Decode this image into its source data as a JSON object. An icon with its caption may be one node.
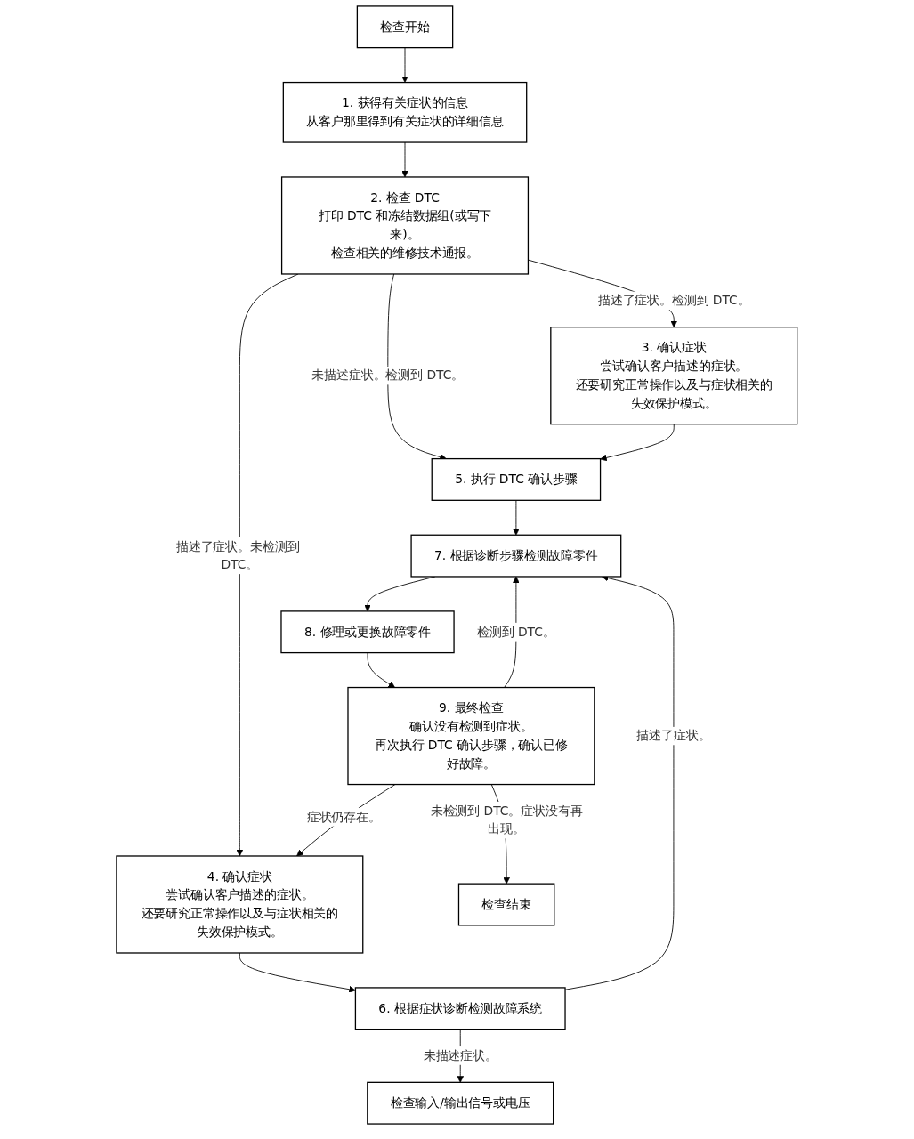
{
  "diagram": {
    "nodes": [
      {
        "text": [
          "检查开始"
        ]
      },
      {
        "text": [
          "1. 获得有关症状的信息",
          "从客户那里得到有关症状的详细信息"
        ]
      },
      {
        "text": [
          "2. 检查 DTC",
          "打印 DTC 和冻结数据组(或写下来)。",
          "检查相关的维修技术通报。"
        ]
      },
      {
        "text": [
          "3. 确认症状",
          "尝试确认客户描述的症状。",
          "还要研究正常操作以及与症状相关的失效保护模式。"
        ]
      },
      {
        "text": [
          "4. 确认症状",
          "尝试确认客户描述的症状。",
          "还要研究正常操作以及与症状相关的失效保护模式。"
        ]
      },
      {
        "text": [
          "5. 执行 DTC 确认步骤"
        ]
      },
      {
        "text": [
          "6. 根据症状诊断检测故障系统"
        ]
      },
      {
        "text": [
          "7. 根据诊断步骤检测故障零件"
        ]
      },
      {
        "text": [
          "8. 修理或更换故障零件"
        ]
      },
      {
        "text": [
          "检查输入/输出信号或电压"
        ]
      },
      {
        "text": [
          "9. 最终检查",
          "确认没有检测到症状。",
          "再次执行 DTC 确认步骤，确认已修好故障。"
        ]
      },
      {
        "text": [
          "检查结束"
        ]
      }
    ],
    "edges": [
      {
        "from": 0,
        "to": 1,
        "arrow": "to"
      },
      {
        "from": 1,
        "to": 2,
        "arrow": "to"
      },
      {
        "from": 2,
        "to": 3,
        "arrow": "to",
        "label": "描述了症状。检测到 DTC。"
      },
      {
        "from": 2,
        "to": 5,
        "arrow": "to",
        "label": "未描述症状。检测到 DTC。"
      },
      {
        "from": 2,
        "to": 4,
        "arrow": "to",
        "label": "描述了症状。未检测到 DTC。"
      },
      {
        "from": 3,
        "to": 5,
        "arrow": "to"
      },
      {
        "from": 5,
        "to": 7,
        "arrow": "to"
      },
      {
        "from": 4,
        "to": 6,
        "arrow": "to"
      },
      {
        "from": 6,
        "to": 7,
        "arrow": "to",
        "label": "描述了症状。"
      },
      {
        "from": 6,
        "to": 9,
        "arrow": "to",
        "label": "未描述症状。"
      },
      {
        "from": 7,
        "to": 8,
        "arrow": "to"
      },
      {
        "from": 8,
        "to": 10,
        "arrow": "to"
      },
      {
        "from": 10,
        "to": 7,
        "arrow": "to",
        "label": "检测到 DTC。"
      },
      {
        "from": 10,
        "to": 4,
        "arrow": "to",
        "label": "症状仍存在。"
      },
      {
        "from": 10,
        "to": 11,
        "arrow": "to",
        "label": "未检测到 DTC。症状没有再出现。"
      }
    ]
  }
}
